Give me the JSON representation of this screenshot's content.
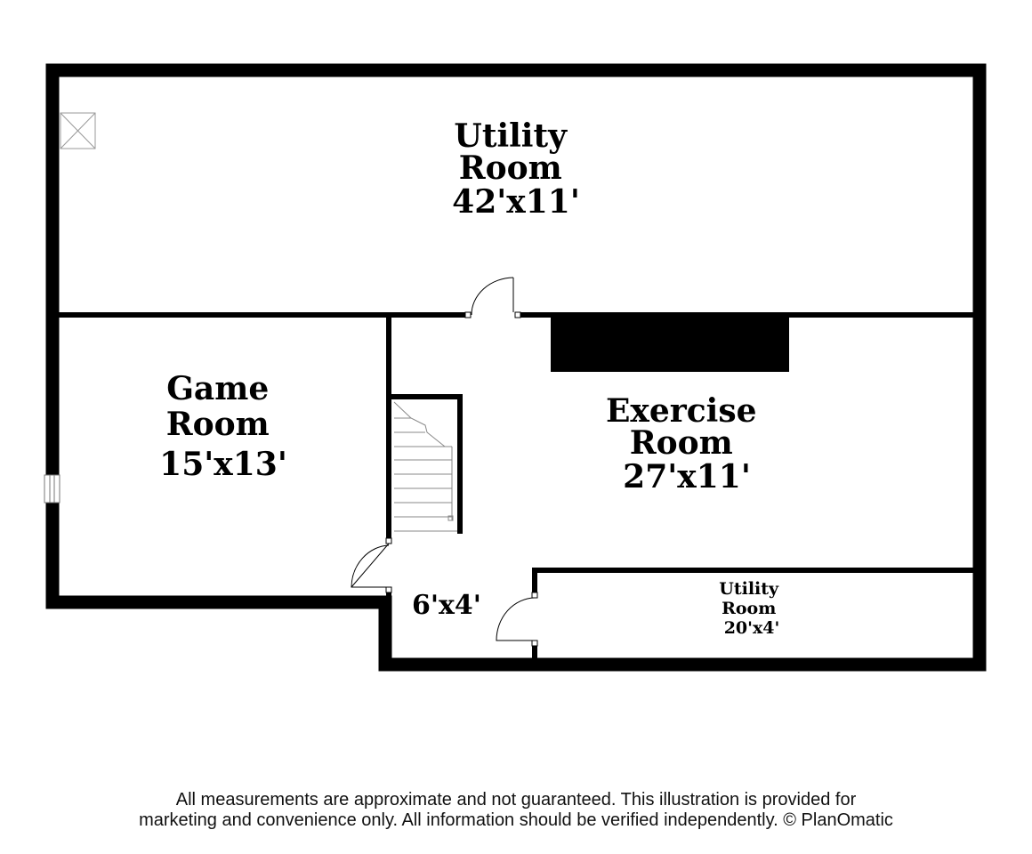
{
  "rooms": {
    "utility_large": {
      "name_line1": "Utility",
      "name_line2": "Room",
      "dims": "42'x11'"
    },
    "game": {
      "name_line1": "Game",
      "name_line2": "Room",
      "dims": "15'x13'"
    },
    "exercise": {
      "name_line1": "Exercise",
      "name_line2": "Room",
      "dims": "27'x11'"
    },
    "hall": {
      "dims": "6'x4'"
    },
    "utility_small": {
      "name_line1": "Utility",
      "name_line2": "Room",
      "dims": "20'x4'"
    }
  },
  "disclaimer": {
    "line1": "All measurements are approximate and not guaranteed. This illustration is provided for",
    "line2": "marketing and convenience only. All information should be verified independently. © PlanOmatic"
  },
  "colors": {
    "wall": "#000000",
    "background": "#ffffff",
    "fixture": "#888888"
  }
}
